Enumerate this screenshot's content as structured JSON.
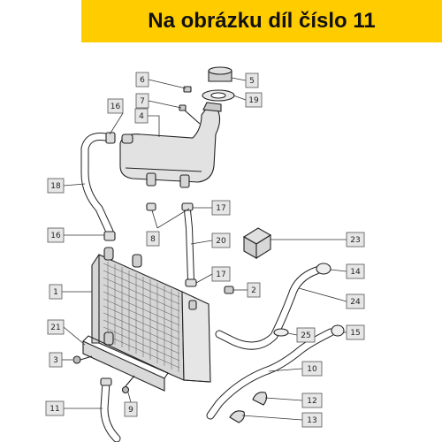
{
  "banner": {
    "text": "Na obrázku díl číslo 11",
    "color": "#ffcc00"
  },
  "part_labels": [
    {
      "id": "1",
      "text": "1",
      "tag": "tag-1"
    },
    {
      "id": "2",
      "text": "2",
      "tag": "tag-2"
    },
    {
      "id": "3",
      "text": "3",
      "tag": "tag-3"
    },
    {
      "id": "4",
      "text": "4",
      "tag": "tag-4"
    },
    {
      "id": "5",
      "text": "5",
      "tag": "tag-5"
    },
    {
      "id": "6",
      "text": "6",
      "tag": "tag-6"
    },
    {
      "id": "7",
      "text": "7",
      "tag": "tag-7"
    },
    {
      "id": "8",
      "text": "8",
      "tag": "tag-8"
    },
    {
      "id": "9",
      "text": "9",
      "tag": "tag-9"
    },
    {
      "id": "10",
      "text": "10",
      "tag": "tag-10"
    },
    {
      "id": "11",
      "text": "11",
      "tag": "tag-11"
    },
    {
      "id": "12",
      "text": "12",
      "tag": "tag-12"
    },
    {
      "id": "13",
      "text": "13",
      "tag": "tag-13"
    },
    {
      "id": "14",
      "text": "14",
      "tag": "tag-14"
    },
    {
      "id": "15",
      "text": "15",
      "tag": "tag-15"
    },
    {
      "id": "16a",
      "text": "16",
      "tag": "tag-16-top"
    },
    {
      "id": "16b",
      "text": "16",
      "tag": "tag-16-middle"
    },
    {
      "id": "17a",
      "text": "17",
      "tag": "tag-17-upper"
    },
    {
      "id": "17b",
      "text": "17",
      "tag": "tag-17-lower"
    },
    {
      "id": "18",
      "text": "18",
      "tag": "tag-18"
    },
    {
      "id": "19",
      "text": "19",
      "tag": "tag-19"
    },
    {
      "id": "20",
      "text": "20",
      "tag": "tag-20"
    },
    {
      "id": "21",
      "text": "21",
      "tag": "tag-21"
    },
    {
      "id": "23",
      "text": "23",
      "tag": "tag-23"
    },
    {
      "id": "24",
      "text": "24",
      "tag": "tag-24"
    },
    {
      "id": "25",
      "text": "25",
      "tag": "tag-25"
    }
  ]
}
